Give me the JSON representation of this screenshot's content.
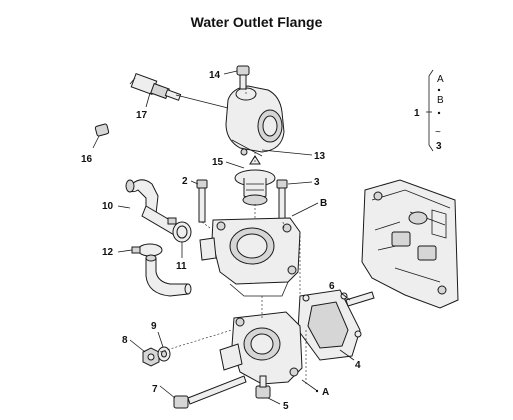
{
  "title": "Water Outlet Flange",
  "callouts": {
    "c1": "1",
    "c2": "2",
    "c3": "3",
    "c4": "4",
    "c5": "5",
    "c6": "6",
    "c7": "7",
    "c8": "8",
    "c9": "9",
    "c10": "10",
    "c11": "11",
    "c12": "12",
    "c13": "13",
    "c14": "14",
    "c15": "15",
    "c16": "16",
    "c17": "17",
    "refA": "A",
    "refB": "B"
  },
  "legend": {
    "item1": "A",
    "item2": "B",
    "range_start": "1",
    "tilde": "~",
    "range_end": "3"
  }
}
